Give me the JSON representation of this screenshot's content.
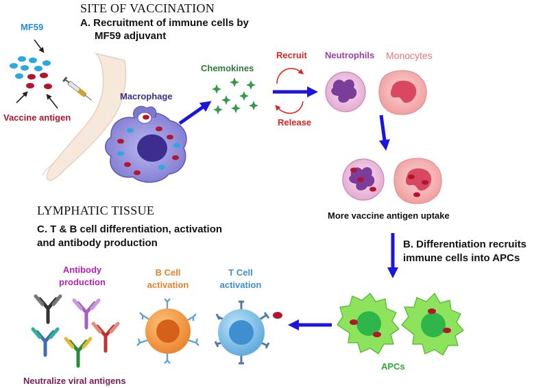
{
  "sections": {
    "site": {
      "title": "SITE OF VACCINATION",
      "subtitle_line1": "A. Recruitment of immune cells by",
      "subtitle_line2": "MF59 adjuvant"
    },
    "lymph": {
      "title": "LYMPHATIC TISSUE",
      "subtitle_line1": "C. T & B cell differentiation, activation",
      "subtitle_line2": "and antibody production"
    },
    "step_b": {
      "line1": "B. Differentiation recruits",
      "line2": "immune cells into APCs"
    }
  },
  "labels": {
    "mf59": "MF59",
    "vaccine_antigen": "Vaccine antigen",
    "macrophage": "Macrophage",
    "chemokines": "Chemokines",
    "recruit": "Recruit",
    "release": "Release",
    "neutrophils": "Neutrophils",
    "monocytes": "Monocytes",
    "uptake": "More vaccine antigen uptake",
    "apcs": "APCs",
    "antibody_line1": "Antibody",
    "antibody_line2": "production",
    "bcell_line1": "B Cell",
    "bcell_line2": "activation",
    "tcell_line1": "T Cell",
    "tcell_line2": "activation",
    "neutralize": "Neutralize viral antigens"
  },
  "colors": {
    "arrow_blue": "#1a16e0",
    "mf59_blue": "#1e8fd6",
    "antigen_red": "#b4142d",
    "macrophage_purple": "#8b86d8",
    "chemokine_green": "#2e9a4a",
    "recruit_red": "#e2241e",
    "neutrophil_purple": "#9b3fa3",
    "monocyte_pink": "#e8737a",
    "apc_green": "#7ee04e",
    "bcell_orange": "#e8822a",
    "tcell_blue": "#3d8fd0",
    "antibody_magenta": "#b623b8",
    "neutralize_maroon": "#7a1c4e"
  }
}
